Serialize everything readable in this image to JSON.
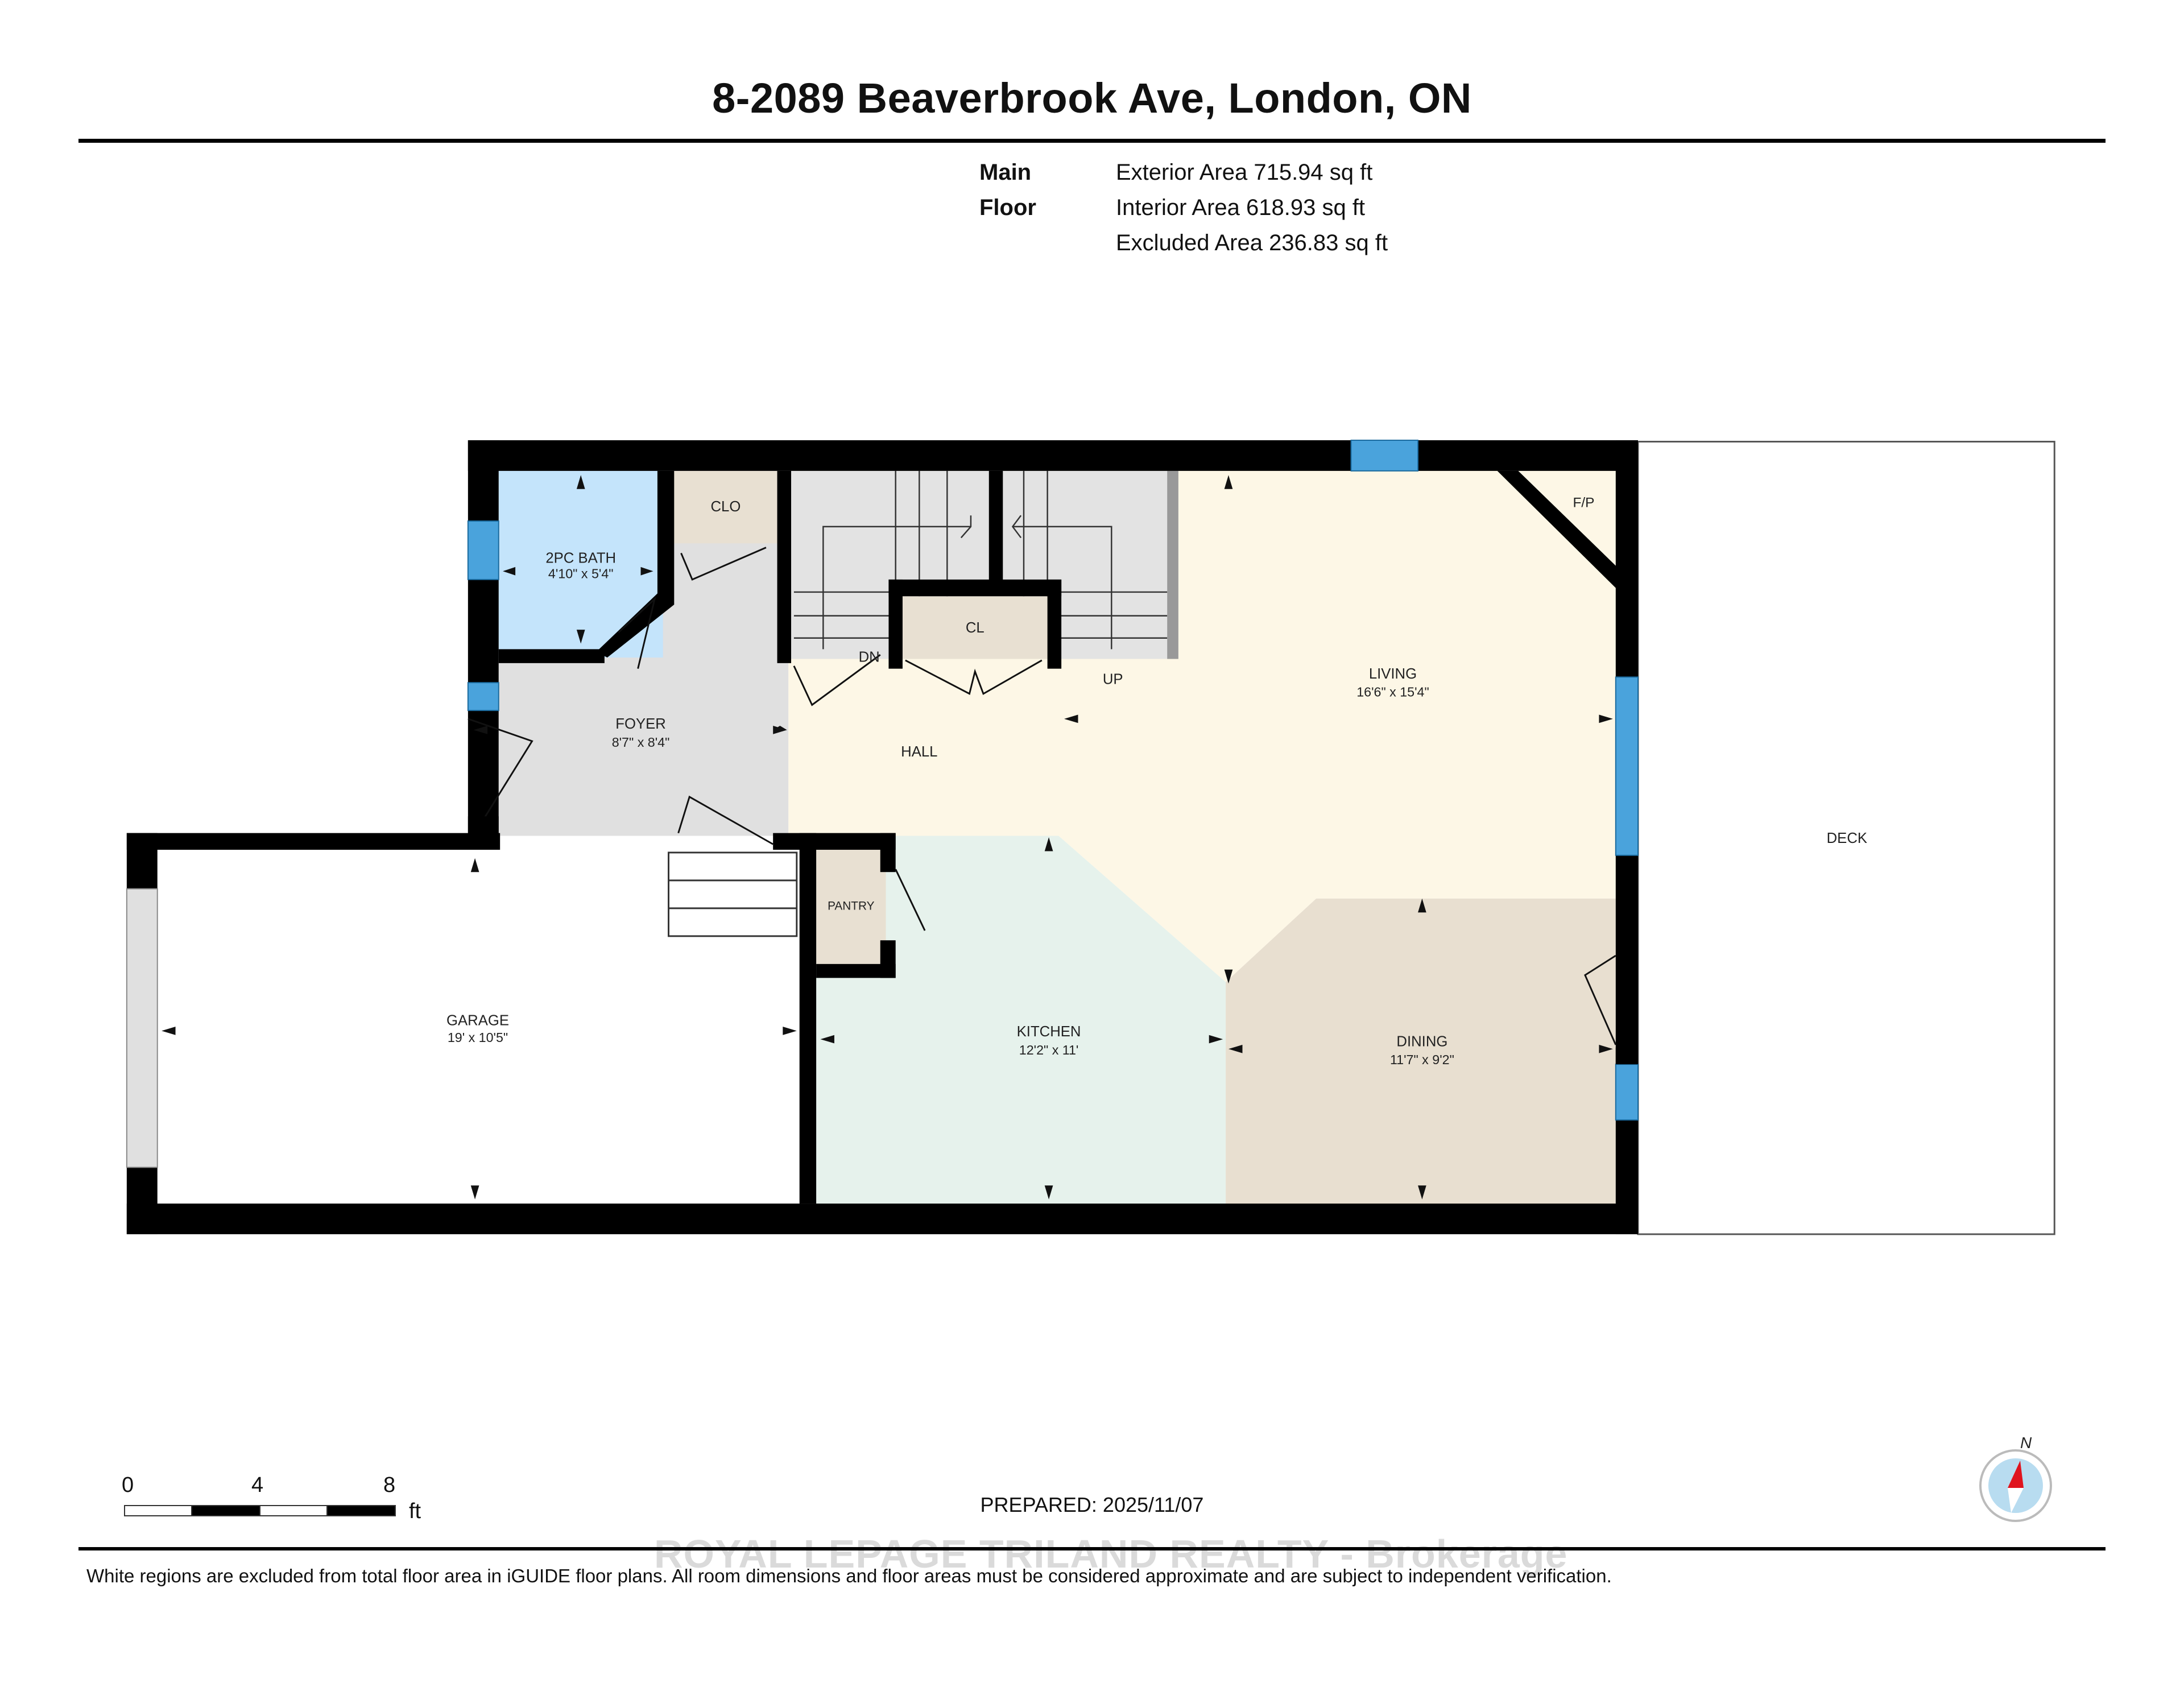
{
  "header": {
    "title": "8-2089 Beaverbrook Ave, London, ON"
  },
  "areas": {
    "floor_label": "Main Floor",
    "exterior": "Exterior Area 715.94 sq ft",
    "interior": "Interior Area 618.93 sq ft",
    "excluded": "Excluded Area 236.83 sq ft"
  },
  "rooms": [
    {
      "name": "2PC BATH",
      "dims": "4'10\" x 5'4\"",
      "color": "#c4e4fb"
    },
    {
      "name": "CLO",
      "dims": "",
      "color": "#e8e0d2"
    },
    {
      "name": "CL",
      "dims": "",
      "color": "#e8e0d2"
    },
    {
      "name": "FOYER",
      "dims": "8'7\" x 8'4\"",
      "color": "#e0e0e0"
    },
    {
      "name": "HALL",
      "dims": "",
      "color": "#fdf7e6"
    },
    {
      "name": "LIVING",
      "dims": "16'6\" x 15'4\"",
      "color": "#fdf7e6"
    },
    {
      "name": "F/P",
      "dims": "",
      "color": "#fdf7e6"
    },
    {
      "name": "GARAGE",
      "dims": "19' x 10'5\"",
      "color": "#ffffff"
    },
    {
      "name": "PANTRY",
      "dims": "",
      "color": "#e8e0d2"
    },
    {
      "name": "KITCHEN",
      "dims": "12'2\" x 11'",
      "color": "#e6f2ec"
    },
    {
      "name": "DINING",
      "dims": "11'7\" x 9'2\"",
      "color": "#e8dfd0"
    },
    {
      "name": "DECK",
      "dims": "",
      "color": "#ffffff"
    }
  ],
  "stairs": {
    "down_label": "DN",
    "up_label": "UP"
  },
  "scale_bar": {
    "ticks": [
      "0",
      "4",
      "8"
    ],
    "unit": "ft"
  },
  "compass": {
    "north_label": "N",
    "needle_color": "#e0141e",
    "dial_color": "#b8dcf0"
  },
  "footer": {
    "prepared": "PREPARED: 2025/11/07",
    "watermark": "ROYAL LEPAGE TRILAND REALTY - Brokerage",
    "disclaimer": "White regions are excluded from total floor area in iGUIDE floor plans. All room dimensions and floor areas must be considered approximate and are subject to independent verification."
  },
  "colors": {
    "wall": "#000000",
    "window": "#4aa3dc",
    "stairs": "#e3e3e3"
  }
}
